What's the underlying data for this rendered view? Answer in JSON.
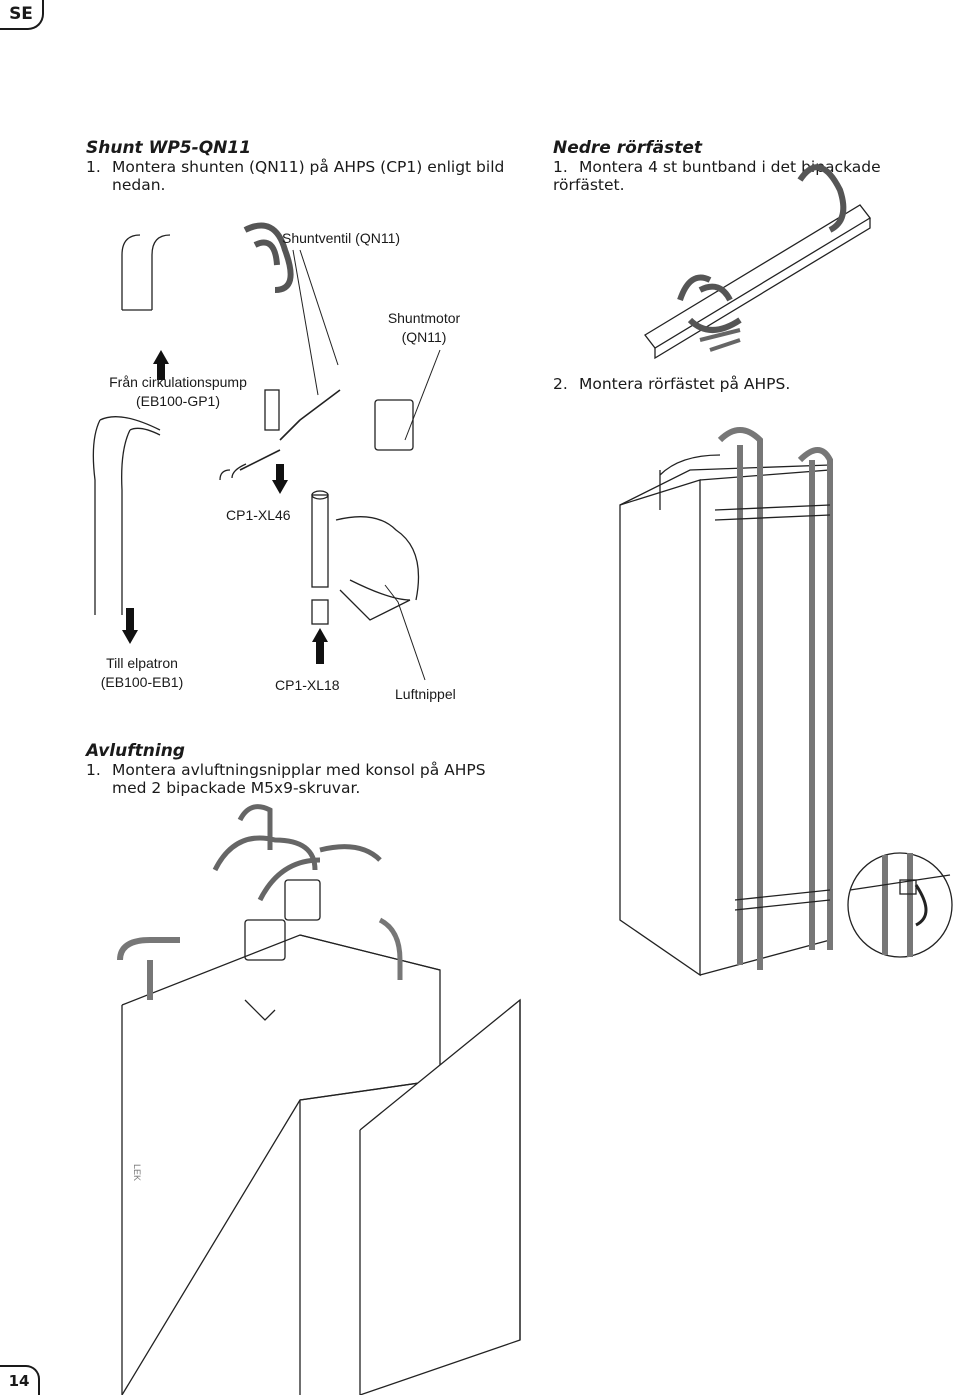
{
  "page": {
    "lang_code": "SE",
    "page_number": "14"
  },
  "sections": {
    "shunt": {
      "heading": "Shunt WP5-QN11",
      "step_num": "1.",
      "step_text_line1": "Montera shunten (QN11) på AHPS (CP1) enligt bild",
      "step_text_line2": "nedan."
    },
    "nedre": {
      "heading": "Nedre rörfästet",
      "step1_num": "1.",
      "step1_text": "Montera 4 st buntband i det bipackade rörfästet.",
      "step2_num": "2.",
      "step2_text": "Montera rörfästet på AHPS."
    },
    "avluftning": {
      "heading": "Avluftning",
      "step_num": "1.",
      "step_text_line1": "Montera avluftningsnipplar med konsol på AHPS",
      "step_text_line2": "med 2 bipackade M5x9-skruvar."
    }
  },
  "figure_labels": {
    "shuntventil": "Shuntventil (QN11)",
    "shuntmotor_l1": "Shuntmotor",
    "shuntmotor_l2": "(QN11)",
    "fran_l1": "Från cirkulationspump",
    "fran_l2": "(EB100-GP1)",
    "cp1_xl46": "CP1-XL46",
    "till_l1": "Till elpatron",
    "till_l2": "(EB100-EB1)",
    "cp1_xl18": "CP1-XL18",
    "luftnippel": "Luftnippel",
    "unit_brand": "LEK"
  }
}
